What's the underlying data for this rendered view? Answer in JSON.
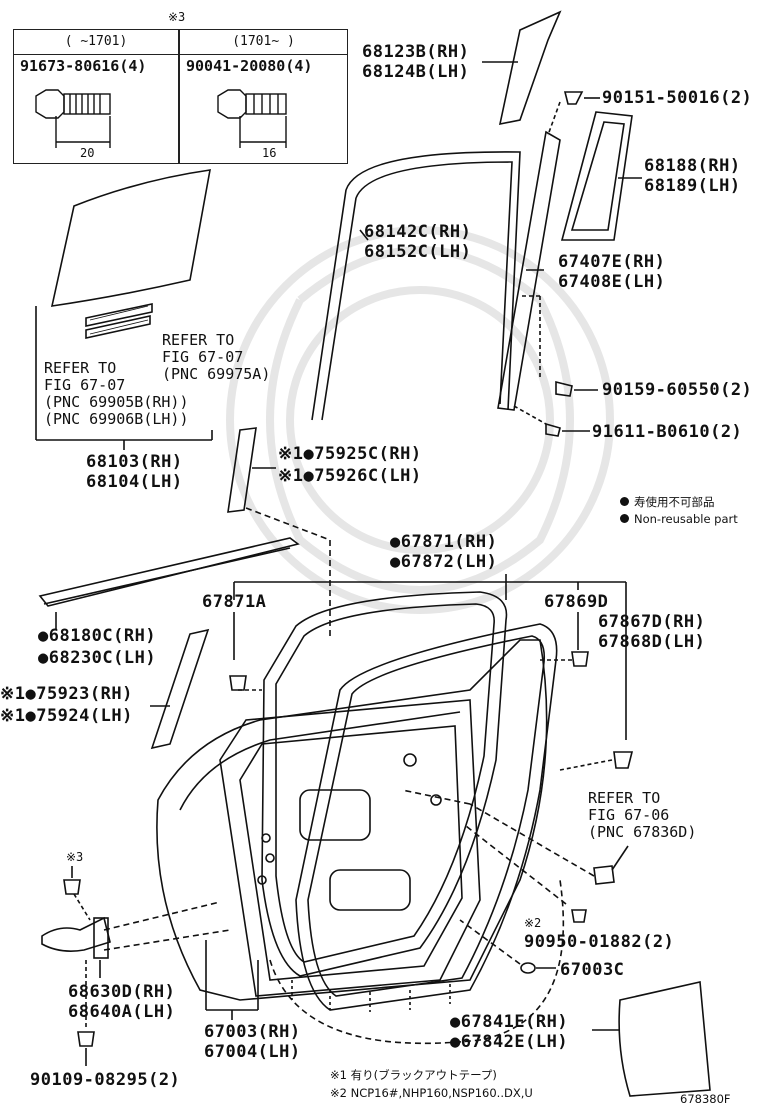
{
  "table": {
    "mark": "※3",
    "col1_header": "(     ~1701)",
    "col2_header": "(1701~      )",
    "col1_part": "91673-80616(4)",
    "col2_part": "90041-20080(4)",
    "col1_dim": "20",
    "col2_dim": "16"
  },
  "labels": {
    "p68123": "68123B(RH)",
    "p68124": "68124B(LH)",
    "p90151": "90151-50016(2)",
    "p68188": "68188(RH)",
    "p68189": "68189(LH)",
    "p68142": "68142C(RH)",
    "p68152": "68152C(LH)",
    "p67407": "67407E(RH)",
    "p67408": "67408E(LH)",
    "refer1_line1": "REFER TO",
    "refer1_line2": "FIG 67-07",
    "refer1_line3": "(PNC 69975A)",
    "refer2_line1": "REFER TO",
    "refer2_line2": "FIG 67-07",
    "refer2_line3": "(PNC 69905B(RH))",
    "refer2_line4": "(PNC 69906B(LH))",
    "p90159": "90159-60550(2)",
    "p91611": "91611-B0610(2)",
    "p68103": "68103(RH)",
    "p68104": "68104(LH)",
    "p75925": "※1●75925C(RH)",
    "p75926": "※1●75926C(LH)",
    "p67871": "●67871(RH)",
    "p67872": "●67872(LH)",
    "p67871A": "67871A",
    "p67869D": "67869D",
    "p67867": "67867D(RH)",
    "p67868": "67868D(LH)",
    "p68180": "●68180C(RH)",
    "p68230": "●68230C(LH)",
    "p75923": "※1●75923(RH)",
    "p75924": "※1●75924(LH)",
    "refer3_line1": "REFER TO",
    "refer3_line2": "FIG 67-06",
    "refer3_line3": "(PNC 67836D)",
    "mark3": "※3",
    "mark2": "※2",
    "p90950": "90950-01882(2)",
    "p67003C": "67003C",
    "p68630": "68630D(RH)",
    "p68640": "68640A(LH)",
    "p67003": "67003(RH)",
    "p67004": "67004(LH)",
    "p67841": "●67841E(RH)",
    "p67842": "●67842E(LH)",
    "p90109": "90109-08295(2)"
  },
  "legend": {
    "item1": "寿使用不可部品",
    "item2": "Non-reusable part"
  },
  "notes": {
    "note1": "※1 有り(ブラックアウトテープ)",
    "note2": "※2 NCP16#,NHP160,NSP160..DX,U",
    "diagram_code": "678380F"
  },
  "colors": {
    "ink": "#111111",
    "watermark": "#e6e6e6"
  }
}
